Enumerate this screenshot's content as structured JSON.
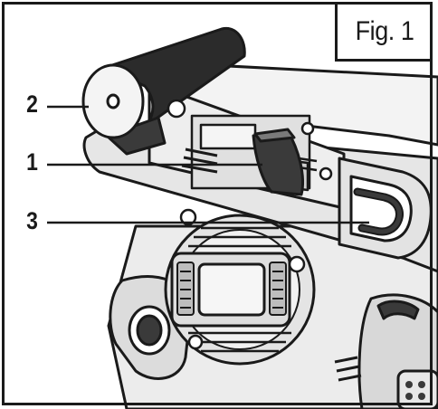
{
  "figure": {
    "label": "Fig. 1"
  },
  "callouts": [
    {
      "number": "1"
    },
    {
      "number": "2"
    },
    {
      "number": "3"
    }
  ],
  "colors": {
    "line": "#1a1a1a",
    "body_fill": "#e9e9e9",
    "dark_part": "#3a3a3a",
    "roller": "#2b2b2b",
    "background": "#ffffff"
  }
}
